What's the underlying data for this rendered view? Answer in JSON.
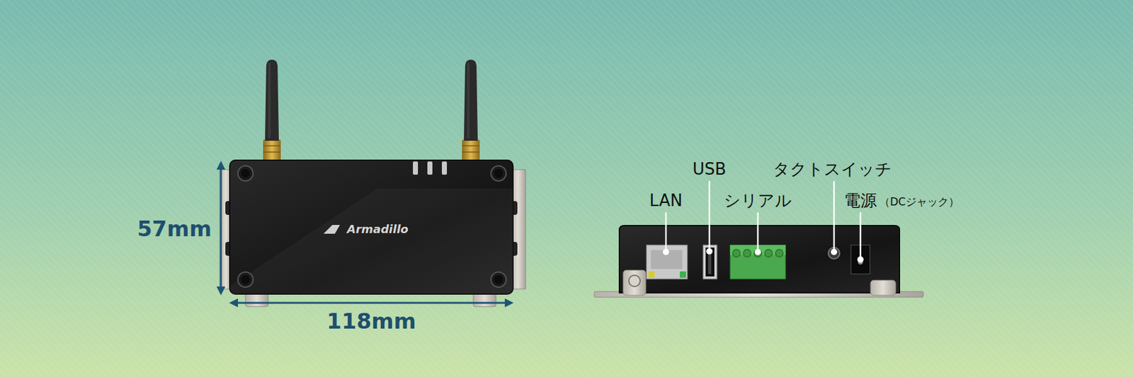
{
  "diagram": {
    "labels": [
      "57mm",
      "118mm",
      "Armadillo",
      "LAN",
      "USB",
      "シリアル",
      "タクトスイッチ",
      "電源",
      "（DCジャック）"
    ]
  }
}
